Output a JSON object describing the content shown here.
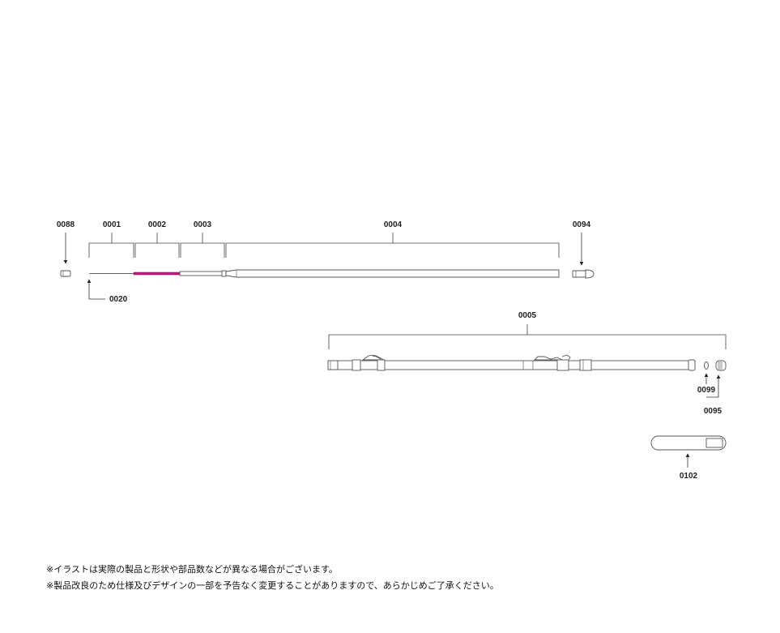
{
  "parts": {
    "p0088": "0088",
    "p0001": "0001",
    "p0002": "0002",
    "p0003": "0003",
    "p0004": "0004",
    "p0094": "0094",
    "p0020": "0020",
    "p0005": "0005",
    "p0099": "0099",
    "p0095": "0095",
    "p0102": "0102"
  },
  "colors": {
    "tip_section": "#c2187a",
    "line": "#444444"
  },
  "notes": {
    "line1": "※イラストは実際の製品と形状や部品数などが異なる場合がございます。",
    "line2": "※製品改良のため仕様及びデザインの一部を予告なく変更することがありますので、あらかじめご了承ください。"
  }
}
